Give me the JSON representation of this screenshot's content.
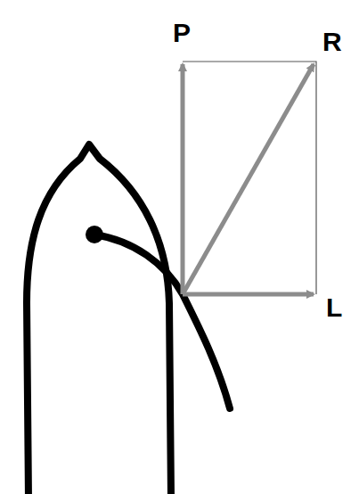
{
  "diagram": {
    "labels": [
      "P",
      "R",
      "L"
    ]
  }
}
